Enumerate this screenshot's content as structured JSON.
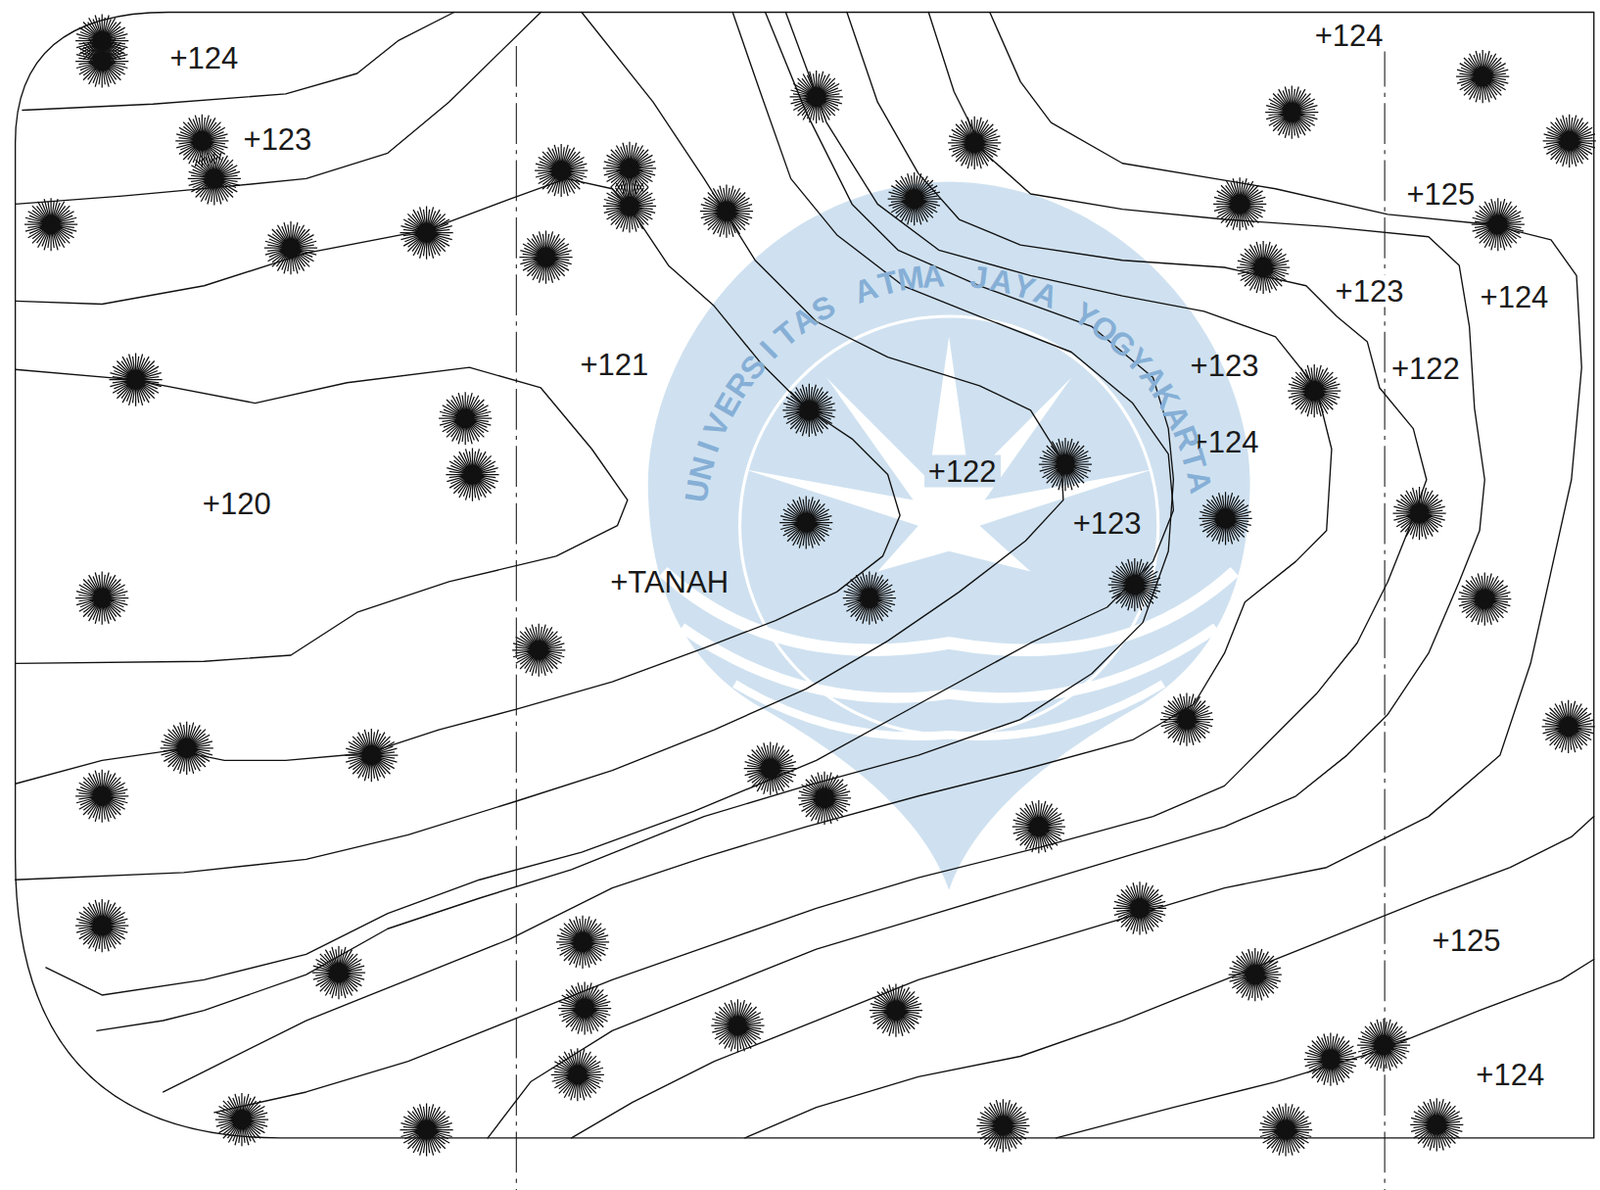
{
  "diagram": {
    "labels": [
      "+124",
      "+124",
      "+123",
      "+125",
      "+123",
      "+124",
      "+121",
      "+123",
      "+122",
      "+124",
      "+122",
      "+120",
      "+123",
      "+TANAH",
      "+125",
      "+124",
      "UNIVERSITAS ATMA JAYA YOGYAKARTA"
    ]
  }
}
